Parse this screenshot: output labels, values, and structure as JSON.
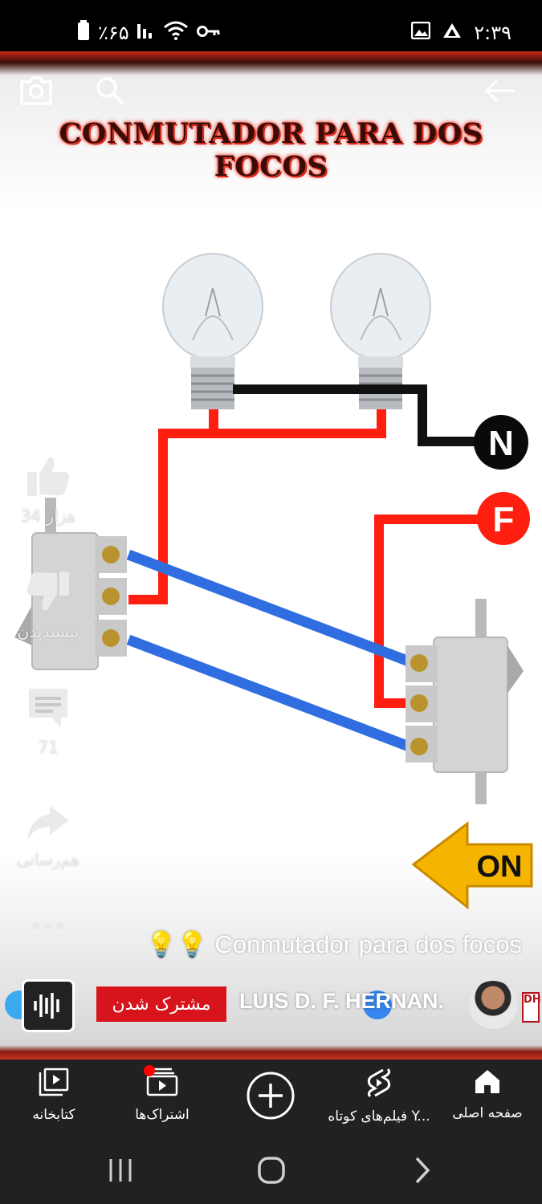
{
  "status_bar": {
    "time": "۲:۳۹",
    "battery_percent": "٪۶۵",
    "icons_right": [
      "gallery-icon",
      "cloud-icon"
    ],
    "icons_left": [
      "battery-icon",
      "signal-icon",
      "wifi-icon",
      "key-icon"
    ]
  },
  "video": {
    "title": "CONMUTADOR PARA DOS FOCOS",
    "top_icons": [
      "camera-icon",
      "search-icon",
      "back-arrow-icon"
    ],
    "diagram": {
      "neutral_label": "N",
      "phase_label": "F",
      "arrow_label": "ON",
      "colors": {
        "wire_black": "#111111",
        "wire_red": "#ff1f10",
        "wire_blue": "#2f6de0",
        "arrow": "#f5b400"
      }
    }
  },
  "actions": {
    "like_count": "34 هزار",
    "dislike_label": "نپسندیدن",
    "comment_count": "71",
    "share_label": "هم‌رسانی"
  },
  "caption": "💡💡 Conmutador para dos focos",
  "channel": {
    "subscribe_label": "مشترک شدن",
    "name": "LUIS D. F. HERNAN.",
    "logo_text": "DH"
  },
  "bottom_nav": {
    "items": [
      {
        "label": "صفحه اصلی",
        "icon": "home-icon"
      },
      {
        "label": "فیلم‌های کوتاه Y...",
        "icon": "shorts-icon"
      },
      {
        "label": "",
        "icon": "create-icon"
      },
      {
        "label": "اشتراک‌ها",
        "icon": "subscriptions-icon"
      },
      {
        "label": "کتابخانه",
        "icon": "library-icon"
      }
    ],
    "accent": "#ff0000"
  },
  "system_nav": [
    "recents-icon",
    "home-circle-icon",
    "back-chevron-icon"
  ]
}
